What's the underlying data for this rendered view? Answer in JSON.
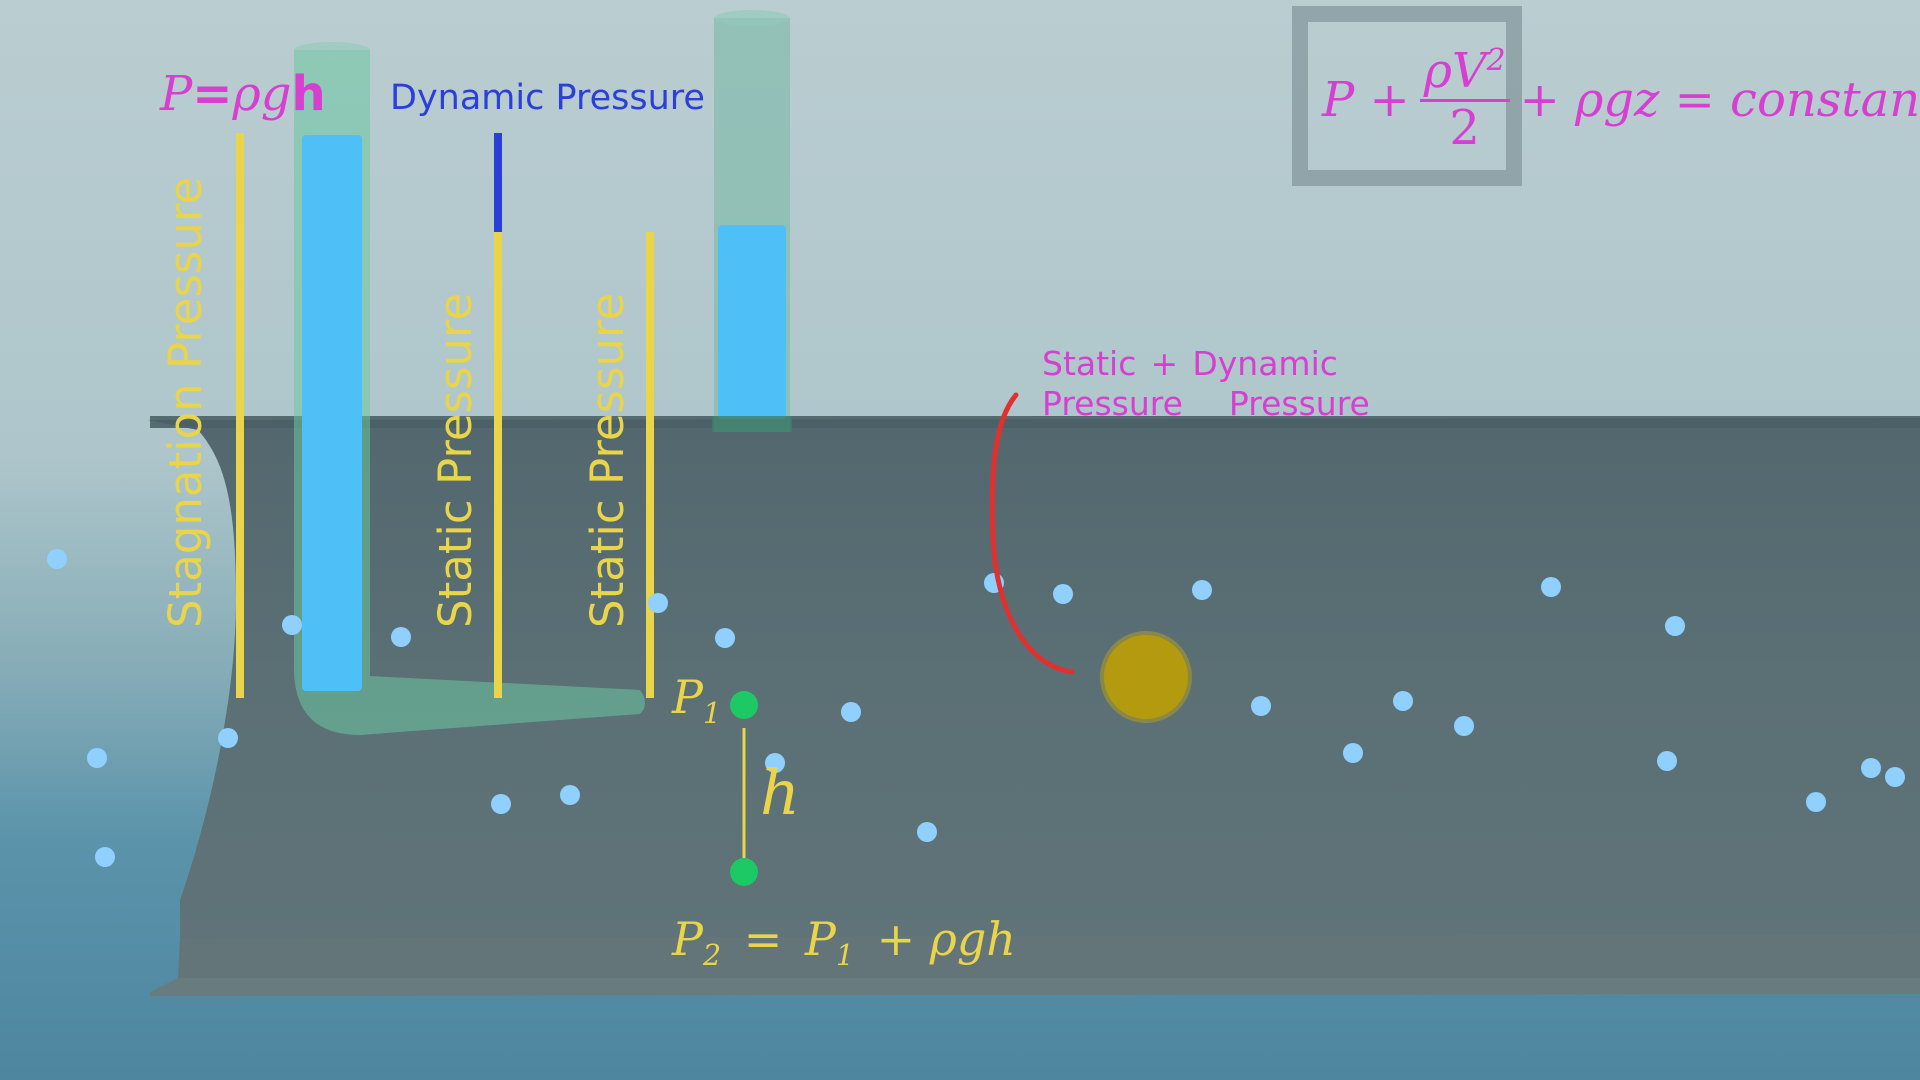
{
  "labels": {
    "hydrostatic_formula": {
      "P": "P",
      "eq": "=",
      "rho_g": "ρg",
      "h": "h"
    },
    "dynamic_pressure": "Dynamic Pressure",
    "stagnation_pressure": "Stagnation Pressure",
    "static_pressure_1": "Static Pressure",
    "static_pressure_2": "Static Pressure",
    "sum_static_top": "Static",
    "sum_static_bottom": "Pressure",
    "sum_plus": "+",
    "sum_dynamic_top": "Dynamic",
    "sum_dynamic_bottom": "Pressure",
    "p1": {
      "base": "P",
      "sub": "1"
    },
    "h": "h",
    "p2_equation": {
      "P": "P",
      "sub2": "2",
      "eq": "=",
      "P1": "P",
      "sub1": "1",
      "rest": "+ ρgh"
    },
    "bernoulli": {
      "P_plus": "P +",
      "num": "ρV",
      "exp": "2",
      "den": "2",
      "rest": "+ ρgz = constant"
    }
  },
  "colors": {
    "background_top": "#b9cdd1",
    "background_bottom": "#4f8aa0",
    "pipe": "#5a6f75",
    "water_column": "#4fc0f7",
    "tube_glass": "#6fb8a2",
    "pressure_line": "#e9d44a",
    "dynamic_line": "#2a3ed8",
    "text_yellow": "#e9d44a",
    "text_magenta": "#d63fd0",
    "text_blue": "#2c3fd6",
    "particle": "#8fd0ff",
    "green_point": "#1dc965",
    "sun_particle": "#b49a0f",
    "red_arc": "#e0302f",
    "formula_box": "#8a9ea3"
  }
}
